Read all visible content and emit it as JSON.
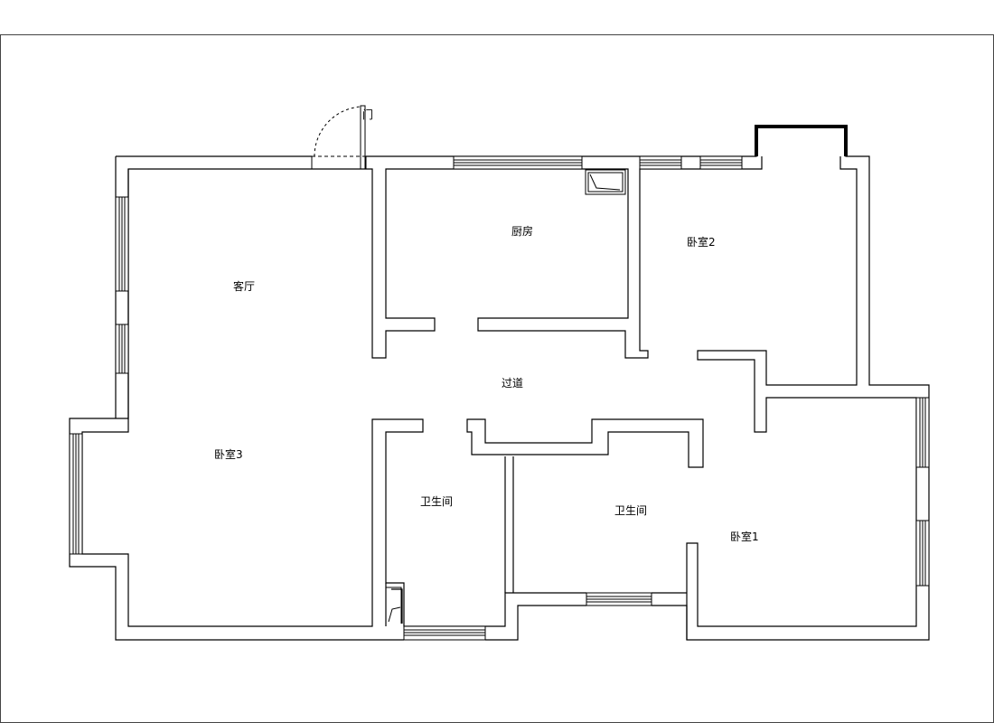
{
  "rooms": {
    "living_room": "客厅",
    "kitchen": "厨房",
    "bedroom2": "卧室2",
    "corridor": "过道",
    "bedroom3": "卧室3",
    "bathroom_left": "卫生间",
    "bathroom_right": "卫生间",
    "bedroom1": "卧室1",
    "door_tag": "门"
  },
  "colors": {
    "line": "#000000",
    "background": "#ffffff"
  }
}
